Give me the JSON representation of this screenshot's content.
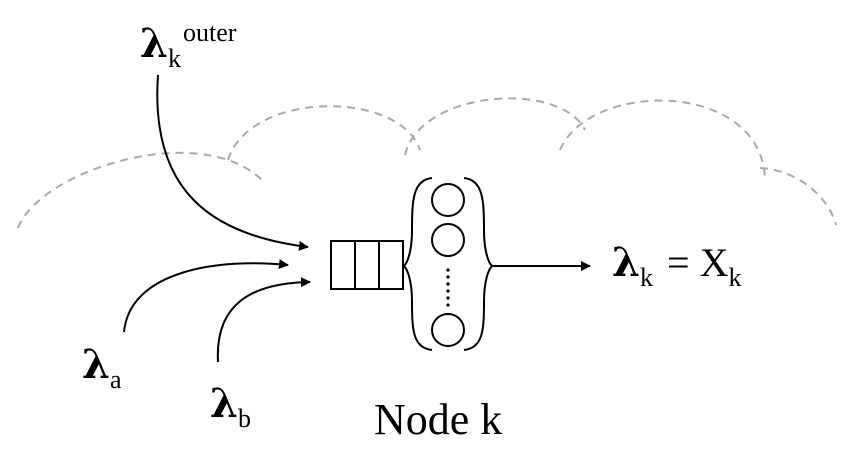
{
  "labels": {
    "lambda_symbol": "λ",
    "outer": {
      "sub": "k",
      "sup": "outer"
    },
    "in_a": {
      "sub": "a"
    },
    "in_b": {
      "sub": "b"
    },
    "output": {
      "sub": "k",
      "equals": "= X",
      "rhs_sub": "k"
    },
    "node": "Node k"
  },
  "colors": {
    "stroke": "#000000",
    "cloud": "#aaaaaa"
  }
}
